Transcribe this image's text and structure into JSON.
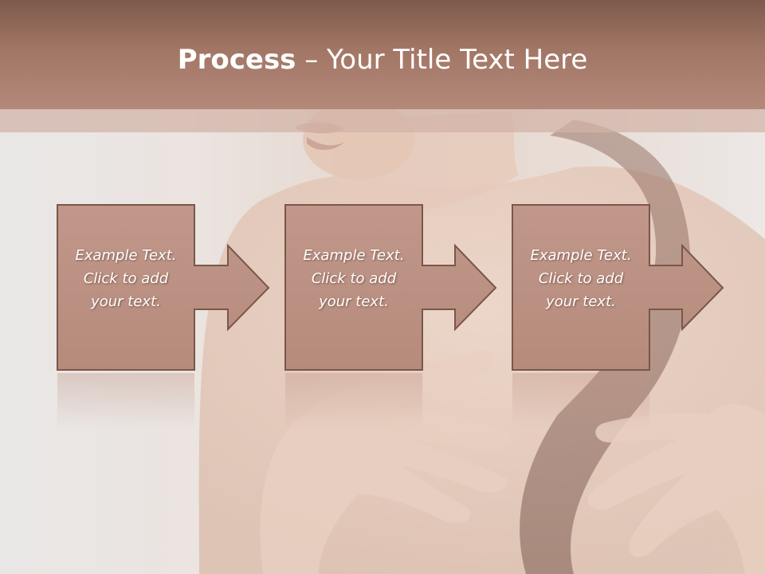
{
  "slide": {
    "title_bold": "Process",
    "title_rest": " – Your Title Text Here",
    "steps": [
      {
        "line1": "Example Text.",
        "line2": "Click  to add",
        "line3": "your text."
      },
      {
        "line1": "Example Text.",
        "line2": "Click  to add",
        "line3": "your text."
      },
      {
        "line1": "Example Text.",
        "line2": "Click  to add",
        "line3": "your text."
      }
    ]
  },
  "colors": {
    "header_dark": "#7d5a4c",
    "header_light": "#b5897a",
    "box_fill": "#bd9283",
    "box_border": "#7a574a",
    "text": "#ffffff"
  }
}
